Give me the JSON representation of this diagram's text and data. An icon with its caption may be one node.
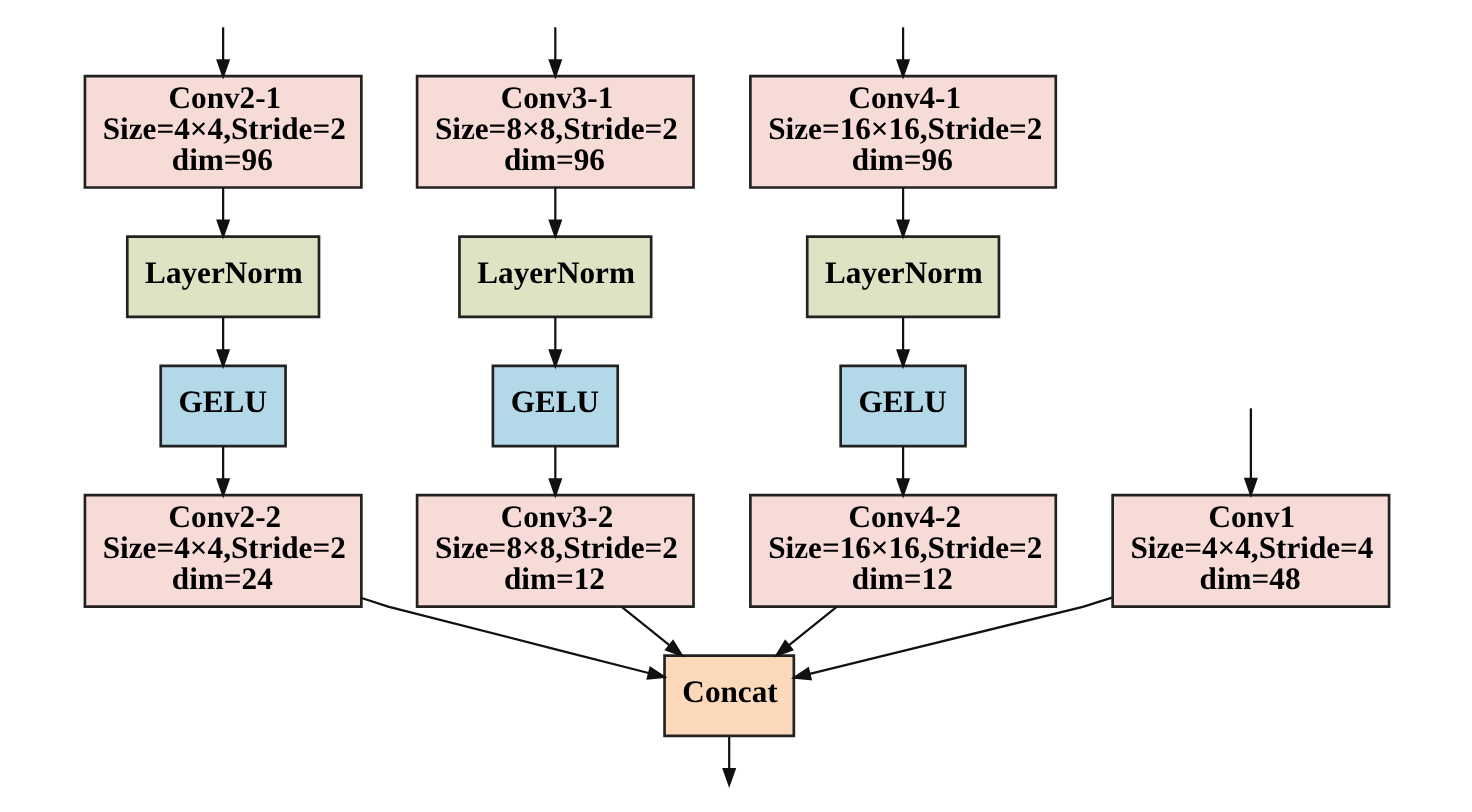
{
  "diagram": {
    "nodes": [
      {
        "text": [
          "Conv2-1",
          "Size=4×4,Stride=2",
          "dim=96"
        ]
      },
      {
        "text": [
          "Conv3-1",
          "Size=8×8,Stride=2",
          "dim=96"
        ]
      },
      {
        "text": [
          "Conv4-1",
          "Size=16×16,Stride=2",
          "dim=96"
        ]
      },
      {
        "text": [
          "LayerNorm"
        ]
      },
      {
        "text": [
          "LayerNorm"
        ]
      },
      {
        "text": [
          "LayerNorm"
        ]
      },
      {
        "text": [
          "GELU"
        ]
      },
      {
        "text": [
          "GELU"
        ]
      },
      {
        "text": [
          "GELU"
        ]
      },
      {
        "text": [
          "Conv1",
          "Size=4×4,Stride=4",
          "dim=48"
        ]
      },
      {
        "text": [
          "Conv2-2",
          "Size=4×4,Stride=2",
          "dim=24"
        ]
      },
      {
        "text": [
          "Conv3-2",
          "Size=8×8,Stride=2",
          "dim=12"
        ]
      },
      {
        "text": [
          "Conv4-2",
          "Size=16×16,Stride=2",
          "dim=12"
        ]
      },
      {
        "text": [
          "Concat"
        ]
      }
    ],
    "edges": [
      {
        "from": null,
        "to": 9,
        "arrow": "to"
      },
      {
        "from": null,
        "to": 0,
        "arrow": "to"
      },
      {
        "from": null,
        "to": 1,
        "arrow": "to"
      },
      {
        "from": null,
        "to": 2,
        "arrow": "to"
      },
      {
        "from": 0,
        "to": 3,
        "arrow": "to"
      },
      {
        "from": 1,
        "to": 4,
        "arrow": "to"
      },
      {
        "from": 2,
        "to": 5,
        "arrow": "to"
      },
      {
        "from": 3,
        "to": 6,
        "arrow": "to"
      },
      {
        "from": 4,
        "to": 7,
        "arrow": "to"
      },
      {
        "from": 5,
        "to": 8,
        "arrow": "to"
      },
      {
        "from": 6,
        "to": 10,
        "arrow": "to"
      },
      {
        "from": 7,
        "to": 11,
        "arrow": "to"
      },
      {
        "from": 8,
        "to": 12,
        "arrow": "to"
      },
      {
        "from": 9,
        "to": 13,
        "arrow": "to"
      },
      {
        "from": 10,
        "to": 13,
        "arrow": "to"
      },
      {
        "from": 11,
        "to": 13,
        "arrow": "to"
      },
      {
        "from": 12,
        "to": 13,
        "arrow": "to"
      },
      {
        "from": 13,
        "to": null,
        "arrow": "to"
      }
    ]
  }
}
